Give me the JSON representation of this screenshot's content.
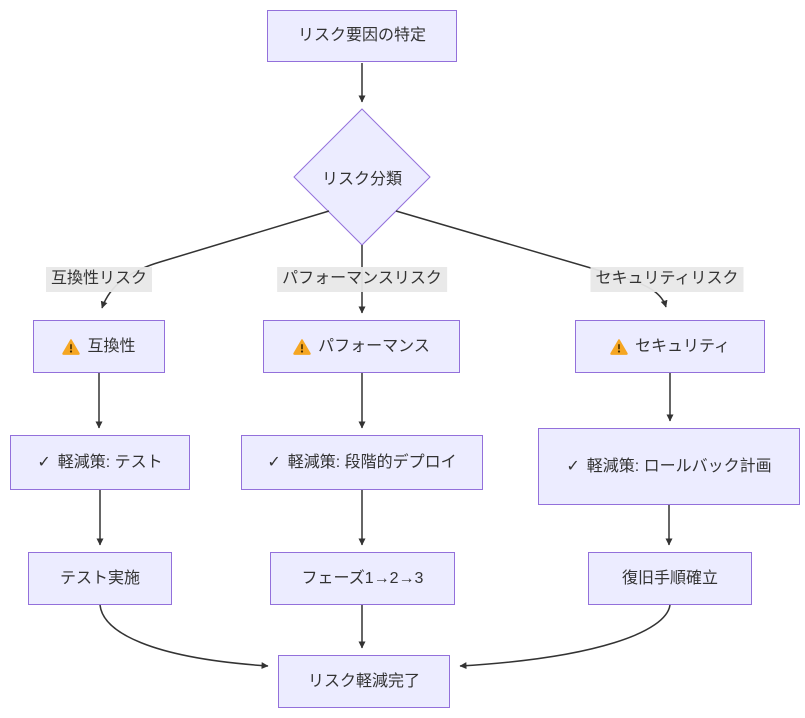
{
  "diagram": {
    "type": "flowchart",
    "nodes": {
      "start": {
        "label": "リスク要因の特定"
      },
      "decision": {
        "label": "リスク分類"
      },
      "compat": {
        "label": "互換性",
        "icon": "warning"
      },
      "perf": {
        "label": "パフォーマンス",
        "icon": "warning"
      },
      "sec": {
        "label": "セキュリティ",
        "icon": "warning"
      },
      "compat_mit": {
        "label": "軽減策: テスト",
        "icon": "check"
      },
      "perf_mit": {
        "label": "軽減策: 段階的デプロイ",
        "icon": "check"
      },
      "sec_mit": {
        "label": "軽減策: ロールバック計画",
        "icon": "check"
      },
      "compat_act": {
        "label": "テスト実施"
      },
      "perf_act": {
        "label": "フェーズ1→2→3"
      },
      "sec_act": {
        "label": "復旧手順確立"
      },
      "end": {
        "label": "リスク軽減完了"
      }
    },
    "edge_labels": {
      "compat": "互換性リスク",
      "perf": "パフォーマンスリスク",
      "sec": "セキュリティリスク"
    },
    "icons": {
      "check": "✓",
      "warning": "⚠"
    },
    "colors": {
      "node_fill": "#ECECFF",
      "node_border": "#9370DB",
      "edge": "#333333",
      "text": "#333333",
      "edge_label_bg": "#E8E8E8",
      "warning_fill": "#F5A623",
      "warning_mark": "#4A3000"
    }
  }
}
